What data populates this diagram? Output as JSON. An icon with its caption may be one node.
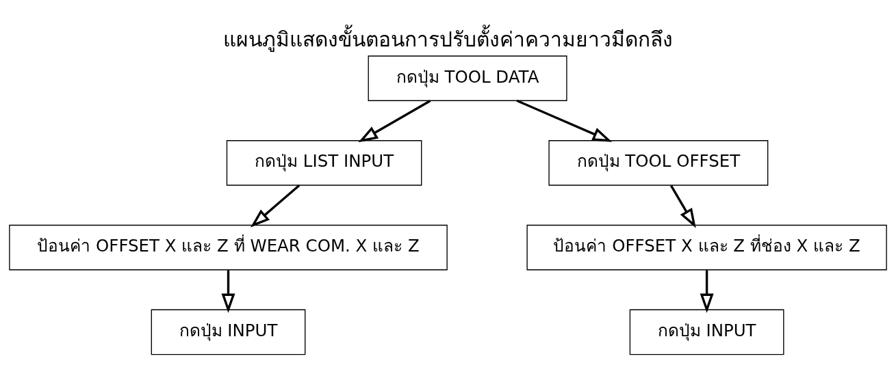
{
  "diagram": {
    "title": "แผนภูมิแสดงขั้นตอนการปรับตั้งค่าความยาวมีดกลึง",
    "nodes": [
      {
        "text": [
          "กดปุ่ม TOOL DATA"
        ]
      },
      {
        "text": [
          "กดปุ่ม LIST INPUT"
        ]
      },
      {
        "text": [
          "กดปุ่ม TOOL OFFSET"
        ]
      },
      {
        "text": [
          "ป้อนค่า OFFSET X และ Z ที่ WEAR COM. X และ Z"
        ]
      },
      {
        "text": [
          "ป้อนค่า OFFSET X และ Z ที่ช่อง X และ Z"
        ]
      },
      {
        "text": [
          "กดปุ่ม INPUT"
        ]
      },
      {
        "text": [
          "กดปุ่ม INPUT"
        ]
      }
    ],
    "edges": [
      {
        "from": 0,
        "to": 1,
        "arrow": "to"
      },
      {
        "from": 0,
        "to": 2,
        "arrow": "to"
      },
      {
        "from": 1,
        "to": 3,
        "arrow": "to"
      },
      {
        "from": 3,
        "to": 5,
        "arrow": "to"
      },
      {
        "from": 2,
        "to": 4,
        "arrow": "to"
      },
      {
        "from": 4,
        "to": 6,
        "arrow": "to"
      }
    ]
  }
}
